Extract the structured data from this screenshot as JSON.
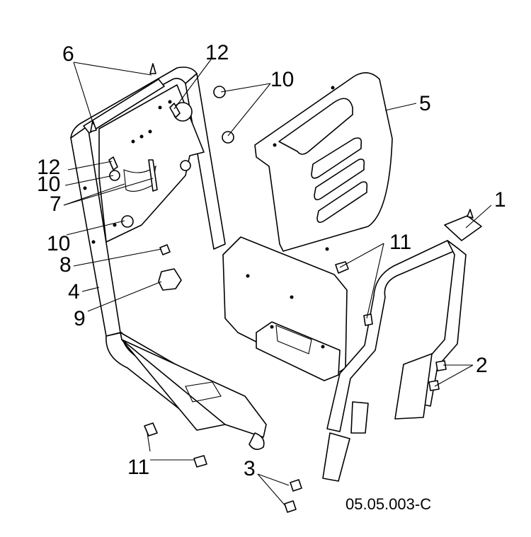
{
  "figure": {
    "reference_code": "05.05.003-C"
  },
  "callouts": [
    {
      "id": "c1",
      "label": "1"
    },
    {
      "id": "c2",
      "label": "2"
    },
    {
      "id": "c3",
      "label": "3"
    },
    {
      "id": "c4",
      "label": "4"
    },
    {
      "id": "c5",
      "label": "5"
    },
    {
      "id": "c6",
      "label": "6"
    },
    {
      "id": "c7",
      "label": "7"
    },
    {
      "id": "c8",
      "label": "8"
    },
    {
      "id": "c9",
      "label": "9"
    },
    {
      "id": "c10a",
      "label": "10"
    },
    {
      "id": "c10b",
      "label": "10"
    },
    {
      "id": "c10c",
      "label": "10"
    },
    {
      "id": "c11a",
      "label": "11"
    },
    {
      "id": "c11b",
      "label": "11"
    },
    {
      "id": "c12a",
      "label": "12"
    },
    {
      "id": "c12b",
      "label": "12"
    }
  ]
}
